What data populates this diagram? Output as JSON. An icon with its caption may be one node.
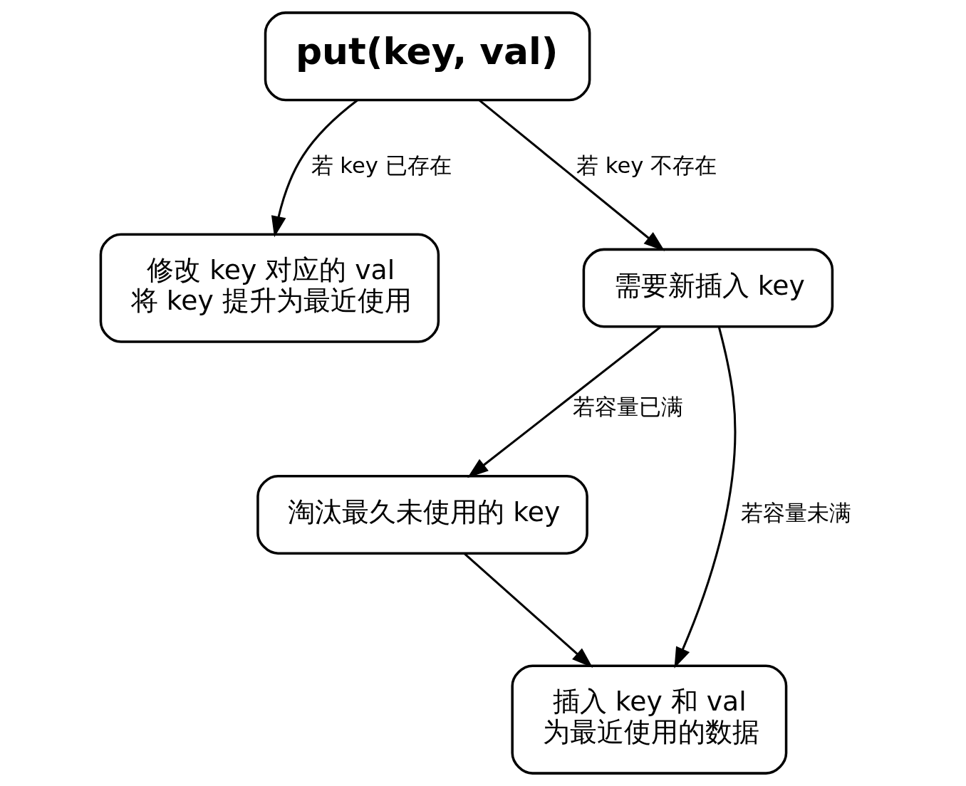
{
  "diagram": {
    "nodes": [
      {
        "text": [
          "put(key, val)"
        ]
      },
      {
        "text": [
          "修改 key 对应的 val",
          "将 key 提升为最近使用"
        ]
      },
      {
        "text": [
          "需要新插入 key"
        ]
      },
      {
        "text": [
          "淘汰最久未使用的 key"
        ]
      },
      {
        "text": [
          "插入 key 和 val",
          "为最近使用的数据"
        ]
      }
    ],
    "edges": [
      {
        "from": 0,
        "to": 1,
        "arrow": "to",
        "label": "若 key 已存在"
      },
      {
        "from": 0,
        "to": 2,
        "arrow": "to",
        "label": "若 key 不存在"
      },
      {
        "from": 2,
        "to": 3,
        "arrow": "to",
        "label": "若容量已满"
      },
      {
        "from": 3,
        "to": 4,
        "arrow": "to"
      },
      {
        "from": 2,
        "to": 4,
        "arrow": "to",
        "label": "若容量未满"
      }
    ]
  }
}
